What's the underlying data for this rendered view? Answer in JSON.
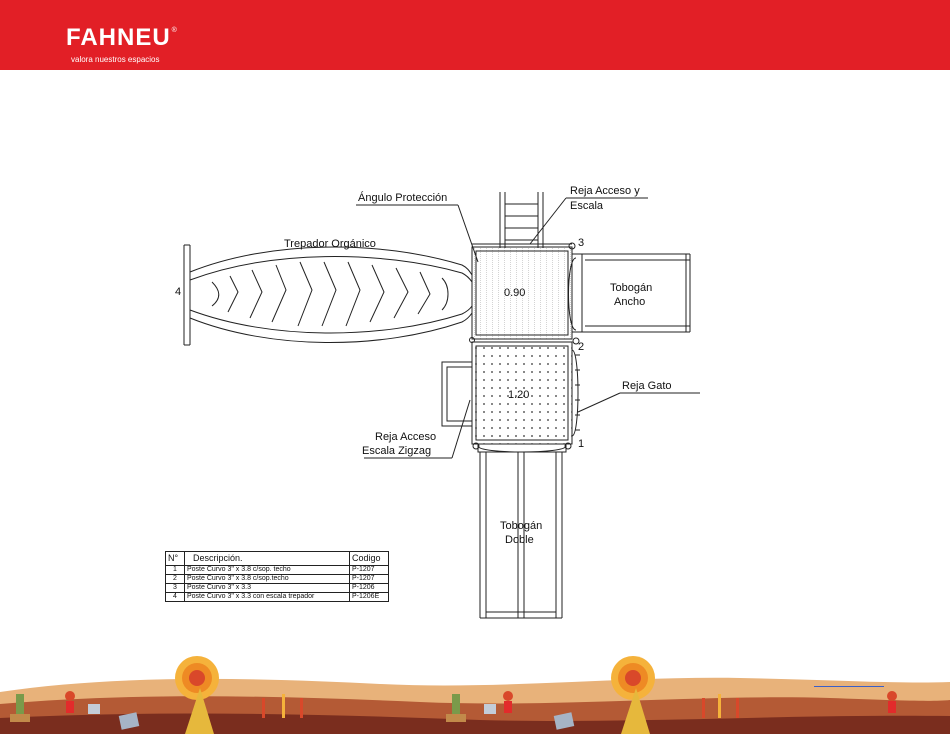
{
  "header": {
    "brand": "FAHNEU",
    "registered": "®",
    "tagline": "valora nuestros espacios",
    "color": "#e21f26"
  },
  "diagram": {
    "labels": {
      "angulo": "Ángulo Protección",
      "reja_acceso": "Reja Acceso y",
      "reja_acceso_2": "Escala",
      "trepador": "Trepador Orgánico",
      "tobogan_ancho": "Tobogán",
      "tobogan_ancho_2": "Ancho",
      "reja_gato": "Reja Gato",
      "reja_zigzag": "Reja Acceso",
      "reja_zigzag_2": "Escala Zigzag",
      "tobogan_doble": "Tobogán",
      "tobogan_doble_2": "Doble"
    },
    "platforms": {
      "upper": "0.90",
      "lower": "1.20"
    },
    "posts": {
      "p1": "1",
      "p2": "2",
      "p3": "3",
      "p4": "4"
    }
  },
  "table": {
    "headers": [
      "N°",
      "Descripción.",
      "Codigo"
    ],
    "rows": [
      {
        "n": "1",
        "desc": "Poste Curvo 3\" x 3.8 c/sop. techo",
        "code": "P-1207"
      },
      {
        "n": "2",
        "desc": "Poste Curvo 3\" x 3.8 c/sop.techo",
        "code": "P-1207"
      },
      {
        "n": "3",
        "desc": "Poste Curvo 3\" x 3.3",
        "code": "P-1206"
      },
      {
        "n": "4",
        "desc": "Poste Curvo 3\" x 3.3 con escala trepador",
        "code": "P-1206E"
      }
    ]
  }
}
